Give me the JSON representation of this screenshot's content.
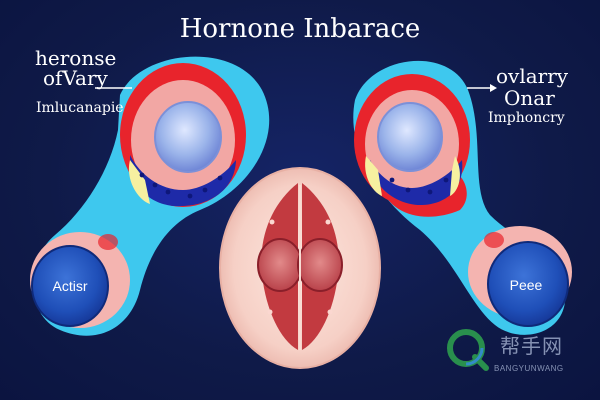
{
  "title": "Hornone Inbarace",
  "labels": {
    "left_top_line1": "heronse",
    "left_top_line2": "ofVary",
    "left_sub": "Imlucanapie",
    "right_top_line1": "ovlarry",
    "right_top_line2": "Onar",
    "right_sub": "Imphoncry",
    "bottom_left_circle": "Actisr",
    "bottom_right_circle": "Peee"
  },
  "watermark": {
    "logo_text": "帮手网",
    "sub_text": "BANGYUNWANG"
  },
  "colors": {
    "background": "#0f1a48",
    "cyan_body": "#3ec8ee",
    "red_layer": "#e8242c",
    "pink_layer": "#f2a7a4",
    "blue_core": "#9bb4ea",
    "dark_blue": "#1e2aa8",
    "yellow_edge": "#f6f0a0"
  }
}
